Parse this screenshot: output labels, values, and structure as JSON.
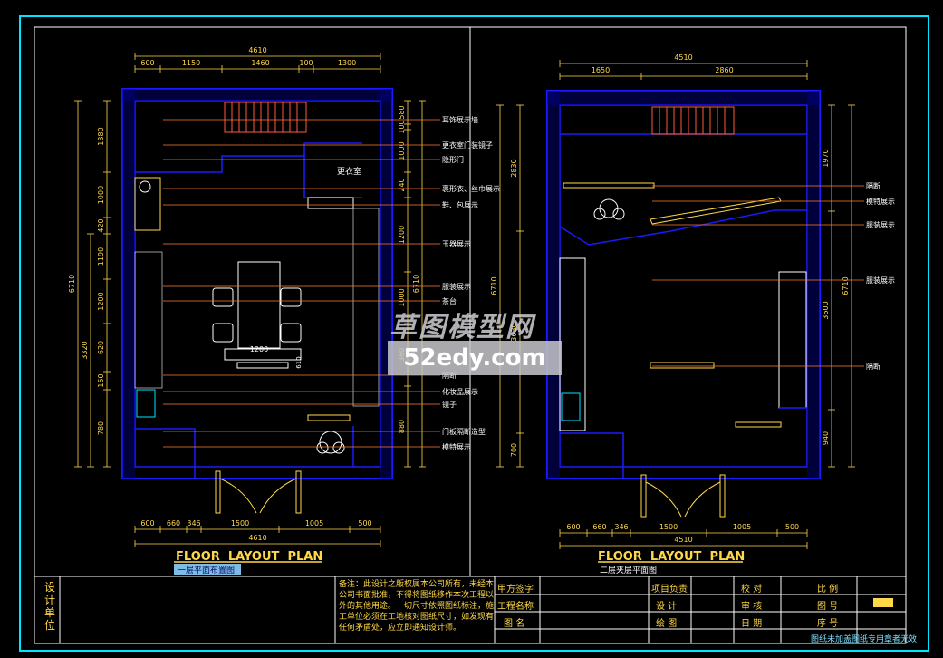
{
  "left_plan": {
    "top_dims": [
      "600",
      "1150",
      "1460",
      "100",
      "1300"
    ],
    "top_total": "4610",
    "bottom_dims": [
      "600",
      "660",
      "346",
      "1500",
      "1005",
      "500"
    ],
    "bottom_total": "4610",
    "left_dims_a": [
      "1380",
      "1000",
      "420",
      "1190",
      "1200",
      "620",
      "150",
      "780"
    ],
    "left_total_a": "3320",
    "left_total_b": "6710",
    "right_dims": [
      "580",
      "100",
      "1000",
      "240",
      "1200",
      "1000",
      "360",
      "880"
    ],
    "right_total": "6710",
    "room_label": "更衣室",
    "table_dims": [
      "1200",
      "610"
    ],
    "annotations": [
      "耳饰展示墙",
      "更衣室门装镜子",
      "隐形门",
      "裹形衣、丝巾展示",
      "鞋、包展示",
      "玉器展示",
      "服装展示",
      "茶台",
      "隔断",
      "化妆品展示",
      "镜子",
      "门板隔断造型",
      "模特展示"
    ],
    "title_en": "FLOOR  LAYOUT  PLAN",
    "title_cn": "一层平面布置图"
  },
  "right_plan": {
    "top_dims": [
      "1650",
      "2860"
    ],
    "top_total": "4510",
    "bottom_dims": [
      "600",
      "660",
      "346",
      "1500",
      "1005",
      "500"
    ],
    "bottom_total": "4510",
    "left_dims": [
      "2830",
      "3630",
      "700"
    ],
    "left_total": "6710",
    "right_dims": [
      "1970",
      "3600",
      "940"
    ],
    "right_total": "6710",
    "annotations": [
      "隔断",
      "模特展示",
      "服装展示",
      "服装展示",
      "隔断"
    ],
    "title_en": "FLOOR  LAYOUT  PLAN",
    "title_cn": "二层夹层平面图"
  },
  "watermark": {
    "cn": "草图模型网",
    "url": "52edy.com"
  },
  "title_block": {
    "designer_unit": "设计单位",
    "note": "备注：此设计之版权属本公司所有，未经本公司书面批准，不得将图纸移作本次工程以外的其他用途。一切尺寸依照图纸标注，施工单位必须在工地核对图纸尺寸，如发现有任何矛盾处，应立即通知设计师。",
    "client_sign": "甲方签字",
    "project_name": "工程名称",
    "drawing_name": "图  名",
    "project_member": "项目负责",
    "design": "设  计",
    "drawing": "绘  图",
    "check": "校  对",
    "review": "审  核",
    "date": "日  期",
    "scale": "比  例",
    "drawing_no": "图  号",
    "serial_no": "序  号",
    "footnote": "图纸未加盖图纸专用章者无效"
  },
  "colors": {
    "wall": "#1a1aff",
    "dim": "#ffd84a",
    "leader": "#ff7a2a",
    "frame": "#ffffff",
    "border": "#00e5ff",
    "furniture": "#ffffff",
    "stairs": "#ff5a3c",
    "title": "#ffd84a"
  }
}
